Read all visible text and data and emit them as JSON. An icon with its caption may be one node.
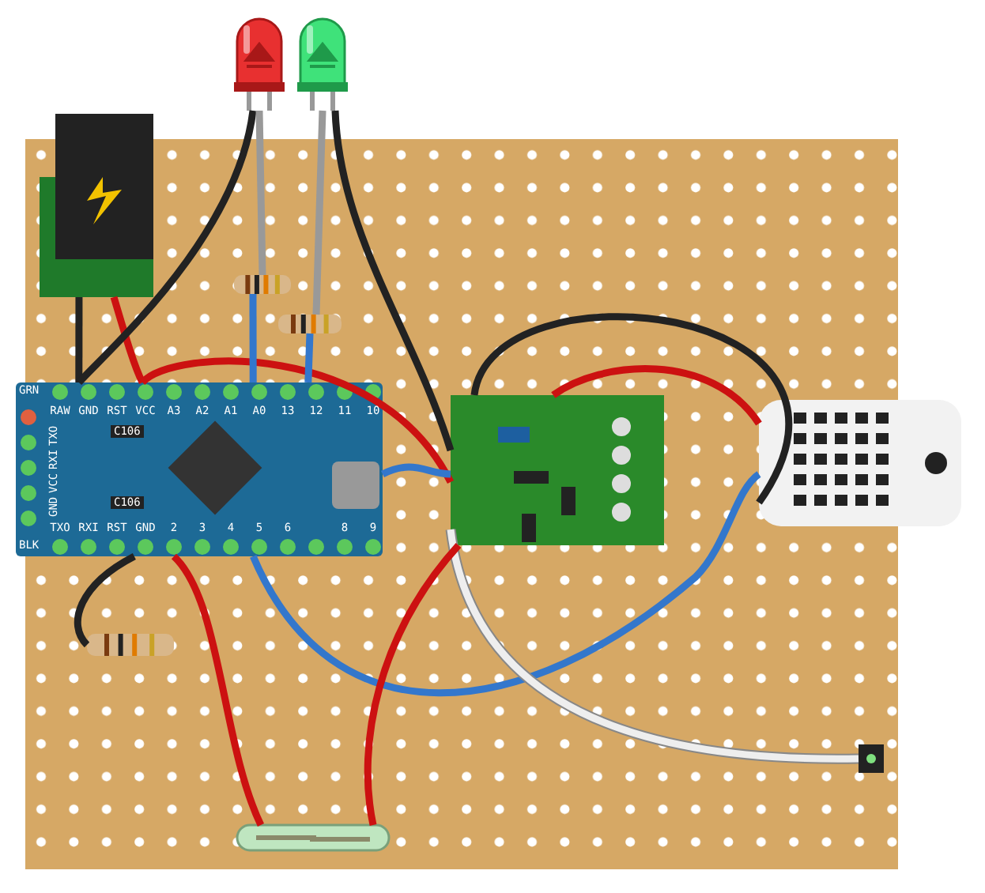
{
  "diagram": {
    "nodes": [
      {
        "text": [],
        "shape": "picture"
      },
      {
        "text": [],
        "shape": "picture"
      },
      {
        "text": [],
        "shape": "picture"
      },
      {
        "text": [],
        "shape": "picture"
      },
      {
        "text": [],
        "shape": "picture"
      },
      {
        "text": [],
        "shape": "picture"
      },
      {
        "text": [],
        "shape": "picture"
      },
      {
        "text": [],
        "shape": "picture"
      },
      {
        "text": [],
        "shape": "picture"
      },
      {
        "text": [],
        "shape": "picture"
      },
      {
        "text": [],
        "shape": "picture"
      }
    ],
    "edges": [
      {
        "from": 0,
        "to": 5,
        "arrow": "none",
        "color": "#222222"
      },
      {
        "from": 0,
        "to": 5,
        "arrow": "none",
        "color": "#cc1111"
      },
      {
        "from": 1,
        "to": 5,
        "arrow": "none",
        "color": "#222222"
      },
      {
        "from": 2,
        "to": 6,
        "arrow": "none",
        "color": "#222222"
      },
      {
        "from": 5,
        "to": 6,
        "arrow": "none",
        "color": "#cc1111"
      },
      {
        "from": 6,
        "to": 7,
        "arrow": "none",
        "color": "#cc1111"
      },
      {
        "from": 6,
        "to": 7,
        "arrow": "none",
        "color": "#222222"
      },
      {
        "from": 5,
        "to": 6,
        "arrow": "none",
        "color": "#3377cc"
      },
      {
        "from": 5,
        "to": 7,
        "arrow": "none",
        "color": "#3377cc"
      },
      {
        "from": 6,
        "to": 10,
        "arrow": "none",
        "color": "#eeeeee"
      },
      {
        "from": 5,
        "to": 9,
        "arrow": "none",
        "color": "#cc1111"
      },
      {
        "from": 5,
        "to": 8,
        "arrow": "none",
        "color": "#222222"
      },
      {
        "from": 6,
        "to": 9,
        "arrow": "none",
        "color": "#cc1111"
      },
      {
        "from": 1,
        "to": 3,
        "arrow": "none",
        "color": "#999999"
      },
      {
        "from": 2,
        "to": 4,
        "arrow": "none",
        "color": "#999999"
      },
      {
        "from": 3,
        "to": 5,
        "arrow": "none",
        "color": "#3377cc"
      },
      {
        "from": 4,
        "to": 5,
        "arrow": "none",
        "color": "#3377cc"
      }
    ],
    "labels": [
      "GRN",
      "RAW",
      "GND",
      "RST",
      "VCC",
      "A3",
      "A2",
      "A1",
      "A0",
      "13",
      "12",
      "11",
      "10",
      "C106",
      "TXO",
      "RXI",
      "VCC",
      "GND",
      "C106",
      "BLK",
      "TXO",
      "RXI",
      "RST",
      "GND",
      "2",
      "3",
      "4",
      "5",
      "6",
      "8",
      "9"
    ]
  }
}
